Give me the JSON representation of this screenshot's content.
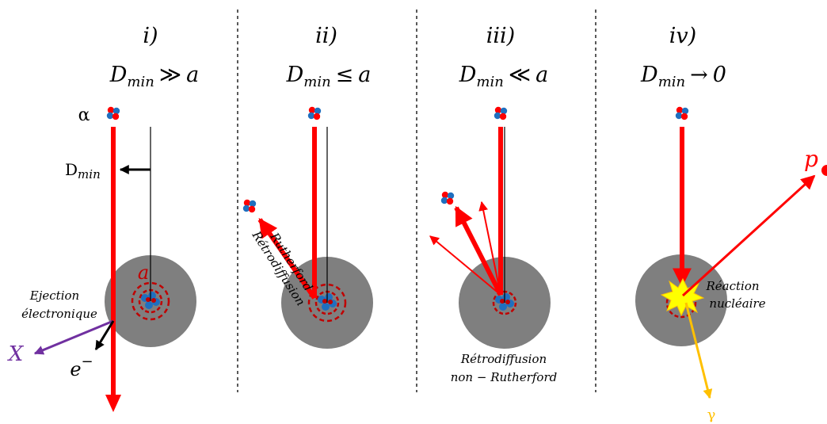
{
  "panels": [
    {
      "label": "i)",
      "condition_var": "D",
      "condition_sub": "min",
      "condition_rel": "≫",
      "condition_rhs": "a"
    },
    {
      "label": "ii)",
      "condition_var": "D",
      "condition_sub": "min",
      "condition_rel": "≤",
      "condition_rhs": "a"
    },
    {
      "label": "iii)",
      "condition_var": "D",
      "condition_sub": "min",
      "condition_rel": "≪",
      "condition_rhs": "a"
    },
    {
      "label": "iv)",
      "condition_var": "D",
      "condition_sub": "min",
      "condition_rel": "→",
      "condition_rhs": "0"
    }
  ],
  "labels": {
    "alpha": "α",
    "dmin_main": "D",
    "dmin_sub": "min",
    "a": "a",
    "ejection_line1": "Ejection",
    "ejection_line2": "électronique",
    "x_ray": "X",
    "electron": "e",
    "electron_sup": "−",
    "rutherford_line1": "Rétrodiffusion",
    "rutherford_line2": "Rutherford",
    "nonrutherford_line1": "Rétrodiffusion",
    "nonrutherford_line2": "non − Rutherford",
    "reaction_line1": "Réaction",
    "reaction_line2": "nucléaire",
    "proton": "p",
    "gamma": "γ"
  },
  "colors": {
    "alpha_beam": "#ff0000",
    "nucleus_disc": "#7f7f7f",
    "nucleus_ring": "#c00000",
    "xray": "#7030a0",
    "gamma": "#ffc000",
    "label_red": "#c00000",
    "proton_blue": "#1f6fbf"
  }
}
